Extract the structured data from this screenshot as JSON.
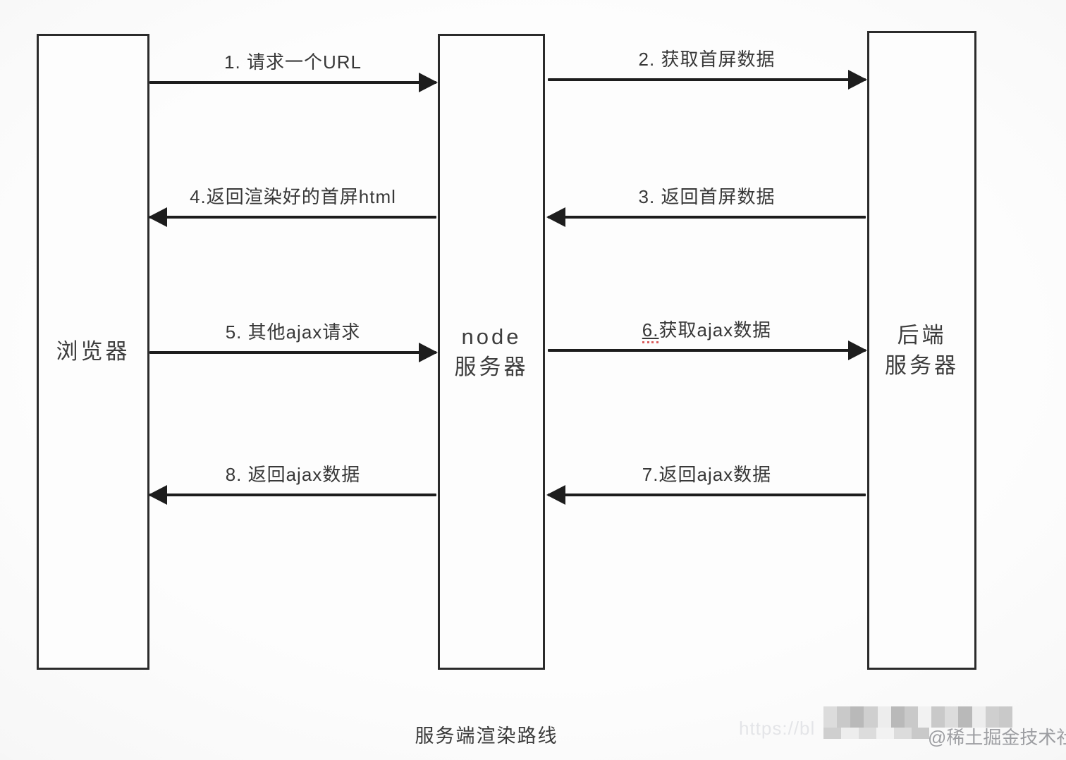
{
  "caption": "服务端渲染路线",
  "boxes": {
    "browser": {
      "label": "浏览器"
    },
    "node": {
      "line1": "node",
      "line2": "服务器"
    },
    "backend": {
      "line1": "后端",
      "line2": "服务器"
    }
  },
  "arrows": [
    {
      "step": 1,
      "label": "1. 请求一个URL",
      "from": "浏览器",
      "to": "node服务器",
      "direction": "right"
    },
    {
      "step": 2,
      "label": "2. 获取首屏数据",
      "from": "node服务器",
      "to": "后端服务器",
      "direction": "right"
    },
    {
      "step": 3,
      "label": "3. 返回首屏数据",
      "from": "后端服务器",
      "to": "node服务器",
      "direction": "left"
    },
    {
      "step": 4,
      "label": "4.返回渲染好的首屏html",
      "from": "node服务器",
      "to": "浏览器",
      "direction": "left"
    },
    {
      "step": 5,
      "label": "5. 其他ajax请求",
      "from": "浏览器",
      "to": "node服务器",
      "direction": "right"
    },
    {
      "step": 6,
      "prefix": "6.",
      "rest": "获取ajax数据",
      "label": "6.获取ajax数据",
      "from": "node服务器",
      "to": "后端服务器",
      "direction": "right"
    },
    {
      "step": 7,
      "label": "7.返回ajax数据",
      "from": "后端服务器",
      "to": "node服务器",
      "direction": "left"
    },
    {
      "step": 8,
      "label": "8. 返回ajax数据",
      "from": "node服务器",
      "to": "浏览器",
      "direction": "left"
    }
  ],
  "watermark": {
    "faint_url": "https://bl",
    "credit": "@稀土掘金技术社区"
  }
}
